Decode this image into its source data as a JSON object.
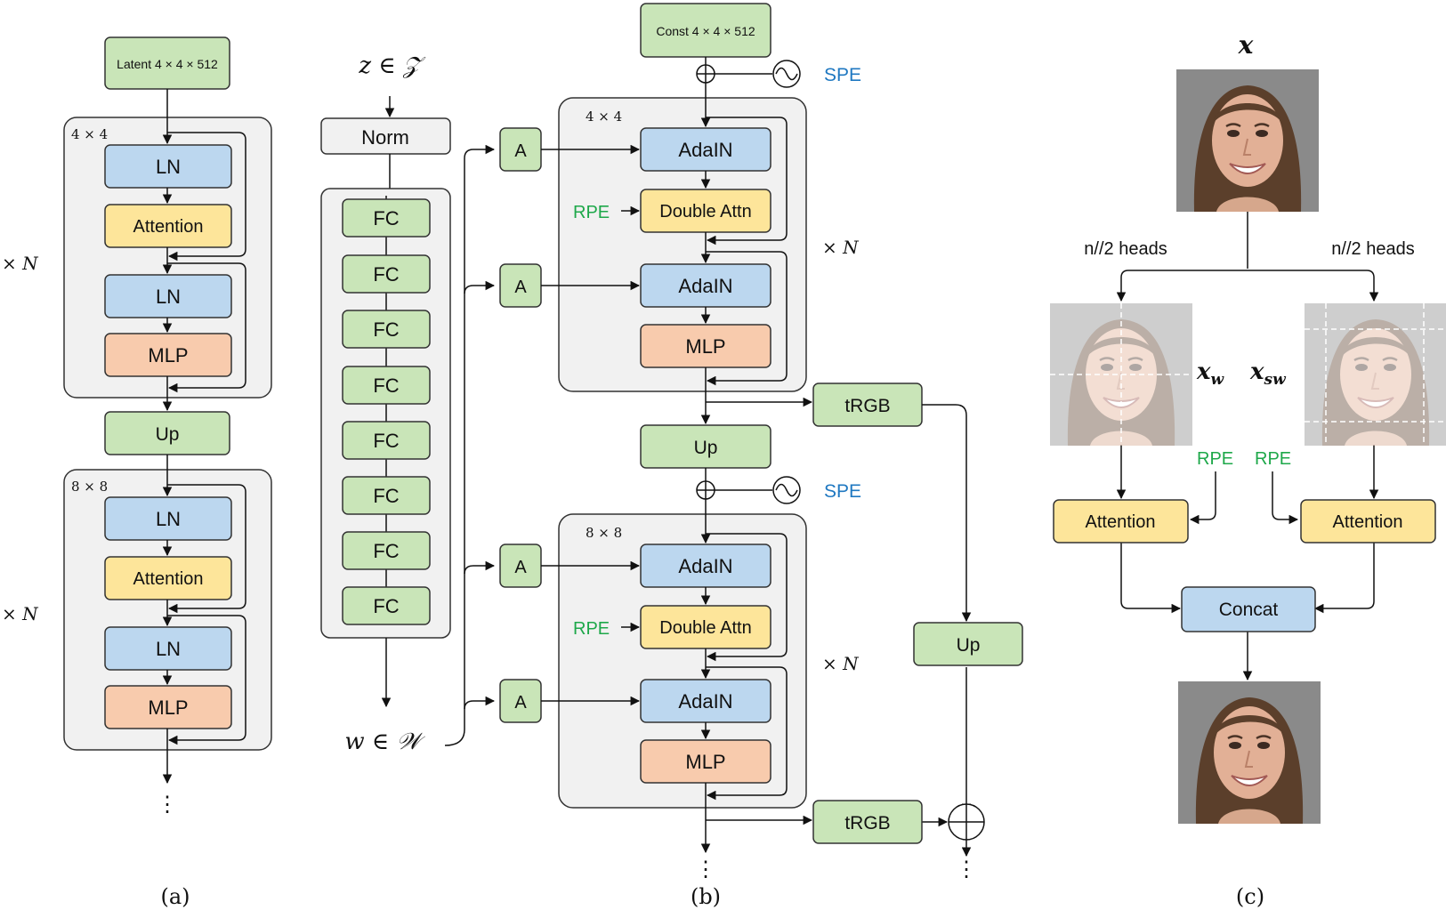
{
  "colors": {
    "green": "#c9e5b8",
    "blue": "#bcd7ef",
    "yellow": "#fde59a",
    "orange": "#f8cbad",
    "gray": "#f1f1f1",
    "spe": "#1f78c1",
    "rpe": "#1ea84a"
  },
  "panel_a": {
    "latent": "Latent 4 × 4 × 512",
    "stage1_res": "4 × 4",
    "stage2_res": "8 × 8",
    "ln": "LN",
    "attention": "Attention",
    "mlp": "MLP",
    "up": "Up",
    "repeat": "× N",
    "ellipsis": "⋮",
    "caption": "(a)"
  },
  "mapping": {
    "input": "z ∈ 𝒵",
    "norm": "Norm",
    "fc": [
      "FC",
      "FC",
      "FC",
      "FC",
      "FC",
      "FC",
      "FC",
      "FC"
    ],
    "output": "w ∈ 𝒲"
  },
  "panel_b": {
    "const": "Const 4 × 4 × 512",
    "spe": "SPE",
    "stage1_res": "4 × 4",
    "stage2_res": "8 × 8",
    "affine": "A",
    "adain": "AdaIN",
    "double_attn": "Double Attn",
    "mlp": "MLP",
    "rpe": "RPE",
    "repeat": "× N",
    "trgb": "tRGB",
    "up": "Up",
    "ellipsis": "⋮",
    "caption": "(b)"
  },
  "panel_c": {
    "x": "x",
    "left_heads": "n//2 heads",
    "right_heads": "n//2 heads",
    "xw": "x",
    "xw_sub": "w",
    "xsw": "x",
    "xsw_sub": "sw",
    "rpe": "RPE",
    "attention": "Attention",
    "concat": "Concat",
    "caption": "(c)"
  }
}
